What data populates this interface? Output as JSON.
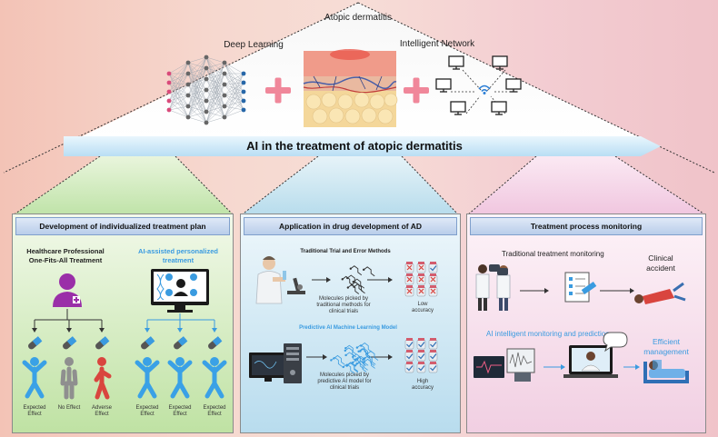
{
  "top": {
    "disease_label": "Atopic dermatitis",
    "deep_learning_label": "Deep Learning",
    "network_label": "Intelligent Network"
  },
  "banner": "AI in the treatment of atopic dermatitis",
  "panel1": {
    "header": "Development of individualized treatment plan",
    "left_title_line1": "Healthcare Professional",
    "left_title_line2": "One-Fits-All Treatment",
    "right_title_line1": "AI-assisted personalized",
    "right_title_line2": "treatment",
    "outcomes_left": [
      {
        "line1": "Expected",
        "line2": "Effect"
      },
      {
        "line1": "No Effect",
        "line2": ""
      },
      {
        "line1": "Adverse",
        "line2": "Effect"
      }
    ],
    "outcomes_right": [
      {
        "line1": "Expected",
        "line2": "Effect"
      },
      {
        "line1": "Expected",
        "line2": "Effect"
      },
      {
        "line1": "Expected",
        "line2": "Effect"
      }
    ]
  },
  "panel2": {
    "header": "Application in drug development of AD",
    "traditional_title": "Traditional Trial and Error Methods",
    "traditional_caption_l1": "Molecules picked by",
    "traditional_caption_l2": "traditional methods for",
    "traditional_caption_l3": "clinical trials",
    "low_l1": "Low",
    "low_l2": "accuracy",
    "predictive_title": "Predictive AI Machine Learning Model",
    "predictive_caption_l1": "Molecules picked by",
    "predictive_caption_l2": "predictive AI model for",
    "predictive_caption_l3": "clinical trials",
    "high_l1": "High",
    "high_l2": "accuracy"
  },
  "panel3": {
    "header": "Treatment process monitoring",
    "traditional_label": "Traditional treatment monitoring",
    "clinical_l1": "Clinical",
    "clinical_l2": "accident",
    "ai_label": "AI intelligent monitoring and prediction",
    "efficient_l1": "Efficient",
    "efficient_l2": "management"
  },
  "colors": {
    "accent_blue": "#3a9be0",
    "cross_pink": "#f0879a",
    "figure_blue": "#3aa1e6",
    "figure_red": "#d9453e",
    "doctor_purple": "#9a2fa8"
  }
}
